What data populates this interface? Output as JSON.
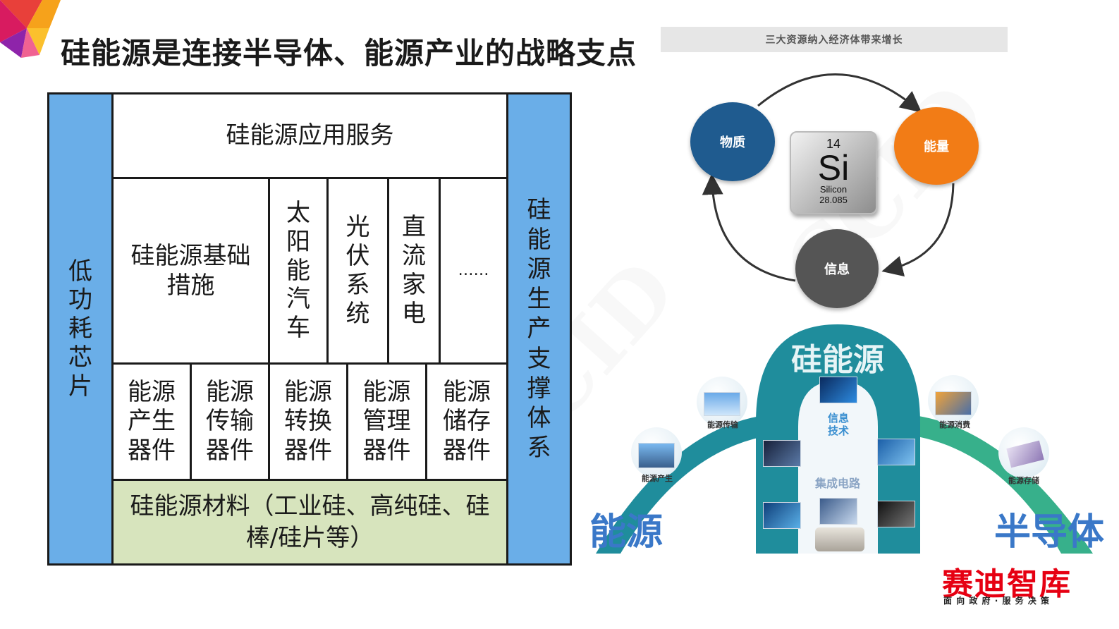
{
  "title": "硅能源是连接半导体、能源产业的战略支点",
  "diagram": {
    "left_pillar": [
      "低",
      "功",
      "耗",
      "芯",
      "片"
    ],
    "right_pillar": [
      "硅",
      "能",
      "源",
      "生",
      "产",
      "支",
      "撑",
      "体",
      "系"
    ],
    "top_service": "硅能源应用服务",
    "infra_label": "硅能源基础措施",
    "applications": [
      [
        "太",
        "阳",
        "能",
        "汽",
        "车"
      ],
      [
        "光",
        "伏",
        "系",
        "统"
      ],
      [
        "直",
        "流",
        "家",
        "电"
      ]
    ],
    "apps_more": "……",
    "devices": [
      "能源产生器件",
      "能源传输器件",
      "能源转换器件",
      "能源管理器件",
      "能源储存器件"
    ],
    "materials": "硅能源材料（工业硅、高纯硅、硅棒/硅片等）"
  },
  "illustration": {
    "banner": "三大资源纳入经济体带来增长",
    "cycle": {
      "material": "物质",
      "energy": "能量",
      "info": "信息"
    },
    "element": {
      "number": "14",
      "symbol": "Si",
      "name": "Silicon",
      "mass": "28.085"
    },
    "arch_title": "硅能源",
    "inner_labels": [
      "信息技术",
      "集成电路"
    ],
    "bubbles": [
      "能源传输",
      "能源产生",
      "能源消费",
      "能源存储"
    ],
    "left_word": "能源",
    "right_word": "半导体"
  },
  "logo": {
    "name": "赛迪智库",
    "tagline": "面 向 政 府 · 服 务 决 策"
  },
  "colors": {
    "blue": "#6aaee8",
    "green": "#d7e4bd",
    "navy": "#1f5b8f",
    "orange": "#f27c16",
    "gray": "#555555",
    "teal": "#1f8d9c",
    "red": "#e60012"
  }
}
